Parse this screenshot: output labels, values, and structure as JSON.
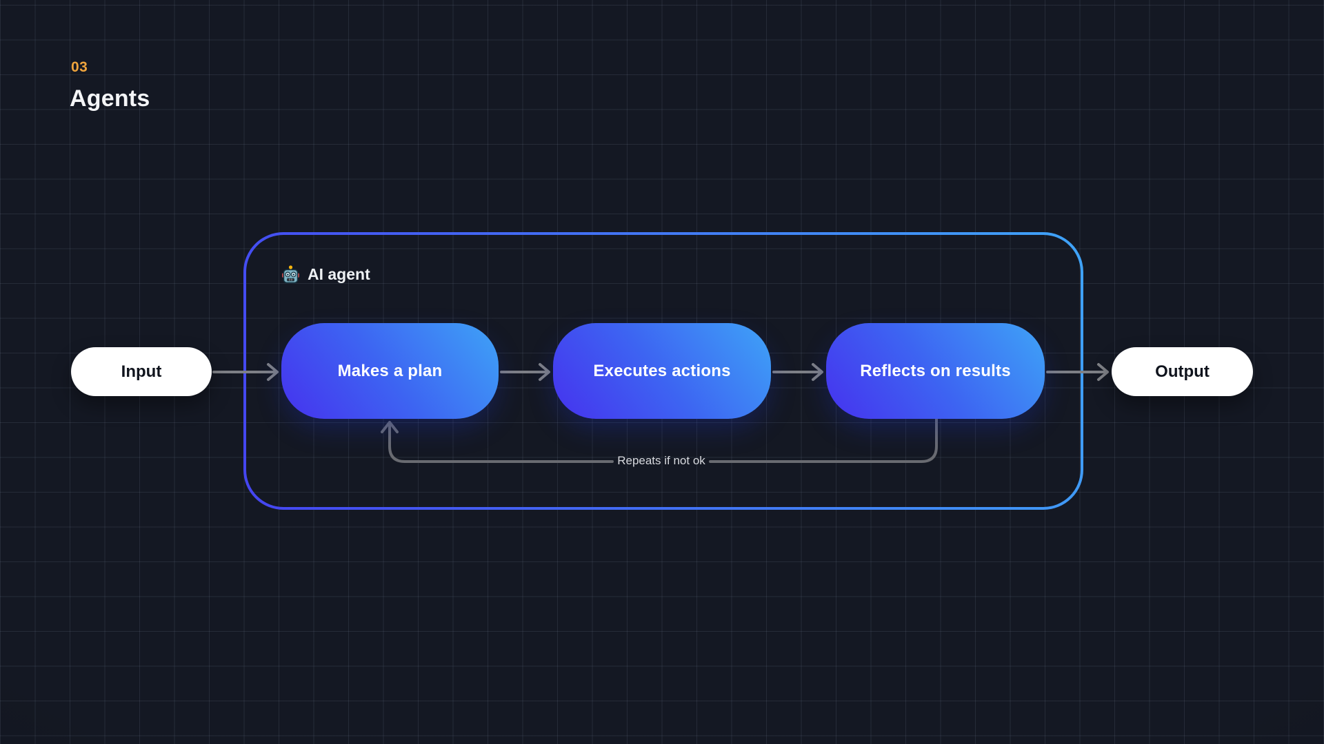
{
  "slide": {
    "number": "03",
    "title": "Agents"
  },
  "diagram": {
    "agent_box": {
      "icon": "robot-icon",
      "label": "AI agent"
    },
    "nodes": [
      {
        "id": "input",
        "label": "Input",
        "kind": "io"
      },
      {
        "id": "makes-a-plan",
        "label": "Makes a plan",
        "kind": "step"
      },
      {
        "id": "executes-actions",
        "label": "Executes actions",
        "kind": "step"
      },
      {
        "id": "reflects-on-results",
        "label": "Reflects on results",
        "kind": "step"
      },
      {
        "id": "output",
        "label": "Output",
        "kind": "io"
      }
    ],
    "edges": [
      {
        "from": "input",
        "to": "makes-a-plan",
        "type": "forward"
      },
      {
        "from": "makes-a-plan",
        "to": "executes-actions",
        "type": "forward"
      },
      {
        "from": "executes-actions",
        "to": "reflects-on-results",
        "type": "forward"
      },
      {
        "from": "reflects-on-results",
        "to": "output",
        "type": "forward"
      },
      {
        "from": "reflects-on-results",
        "to": "makes-a-plan",
        "type": "feedback",
        "label": "Repeats if not ok"
      }
    ]
  },
  "colors": {
    "background": "#141823",
    "grid_line": "#242b3a",
    "slide_number": "#efa43d",
    "title_text": "#f4f5f7",
    "step_gradient_start": "#4632ee",
    "step_gradient_end": "#3fa3f7",
    "agent_box_stroke_start": "#4545f1",
    "agent_box_stroke_end": "#3fa3f7",
    "arrow": "#7e8086",
    "feedback_arrow": "#696b71",
    "feedback_label_text": "#d8dadf",
    "io_fill": "#ffffff",
    "io_text": "#10141d",
    "step_text": "#ffffff"
  }
}
